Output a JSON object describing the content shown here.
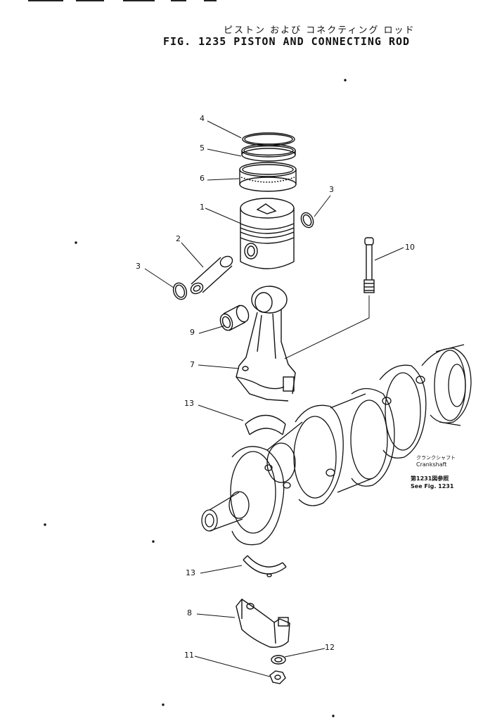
{
  "header": {
    "title_jp": "ピストン および コネクティング ロッド",
    "title_en": "FIG. 1235  PISTON AND CONNECTING ROD"
  },
  "callouts": [
    {
      "id": "c4",
      "label": "4"
    },
    {
      "id": "c5",
      "label": "5"
    },
    {
      "id": "c6",
      "label": "6"
    },
    {
      "id": "c3a",
      "label": "3"
    },
    {
      "id": "c1",
      "label": "1"
    },
    {
      "id": "c2",
      "label": "2"
    },
    {
      "id": "c3b",
      "label": "3"
    },
    {
      "id": "c10",
      "label": "10"
    },
    {
      "id": "c9",
      "label": "9"
    },
    {
      "id": "c7",
      "label": "7"
    },
    {
      "id": "c13a",
      "label": "13"
    },
    {
      "id": "c13b",
      "label": "13"
    },
    {
      "id": "c8",
      "label": "8"
    },
    {
      "id": "c11",
      "label": "11"
    },
    {
      "id": "c12",
      "label": "12"
    }
  ],
  "crankshaft_note": {
    "jp": "クランクシャフト",
    "en": "Crankshaft",
    "ref_jp": "第1231図参照",
    "ref_en": "See Fig. 1231"
  }
}
